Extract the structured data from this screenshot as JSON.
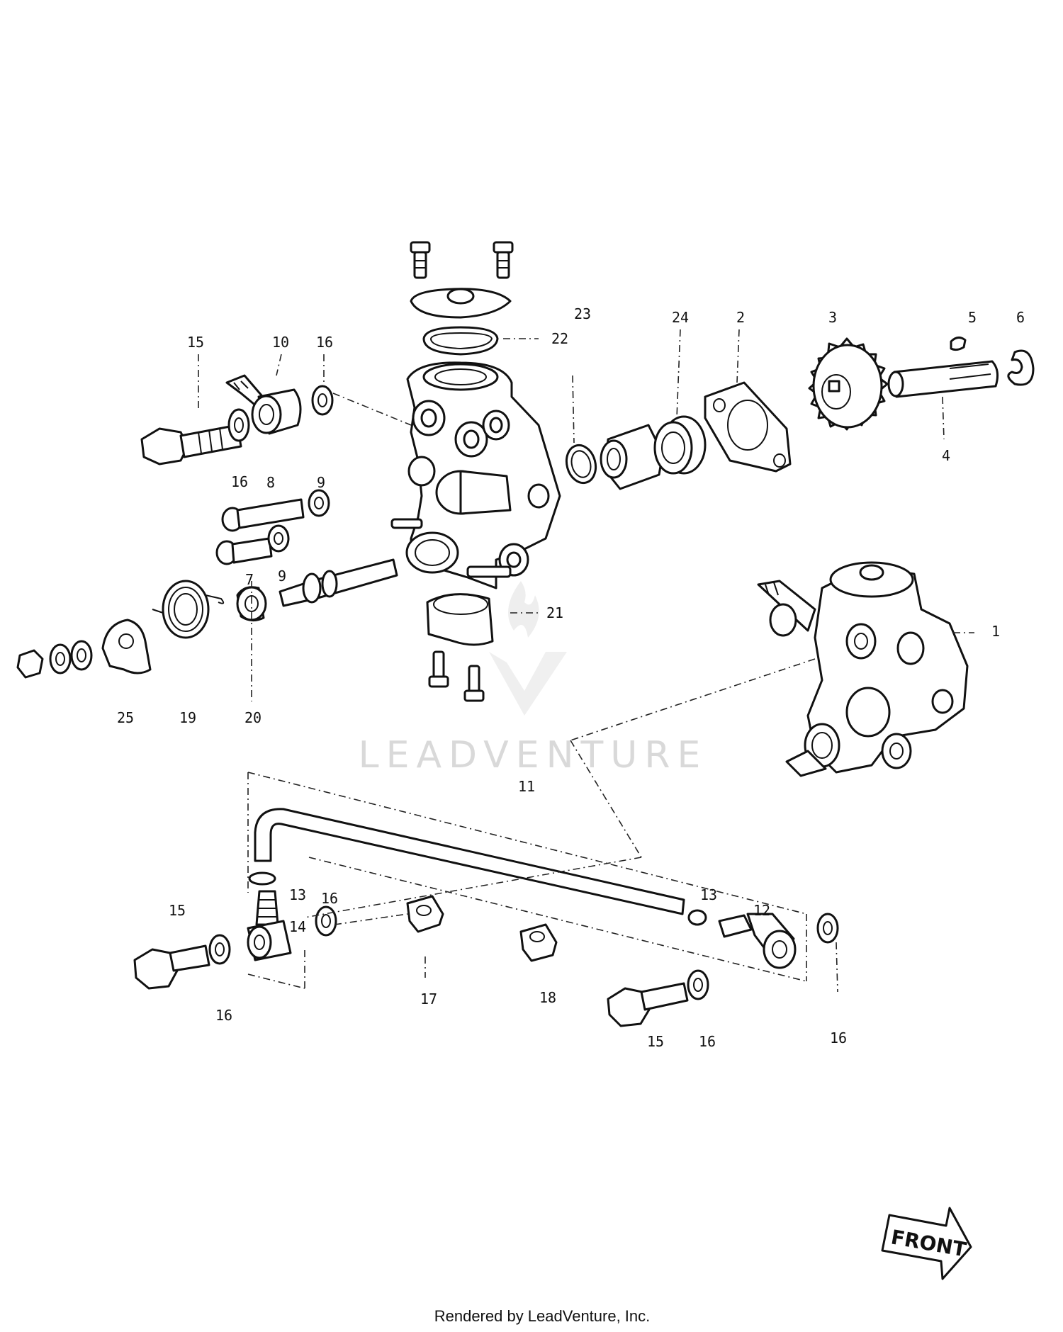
{
  "watermark": "LEADVENTURE",
  "footer": "Rendered by LeadVenture, Inc.",
  "front_label": "FRONT",
  "callouts": [
    {
      "id": "c1",
      "label": "1"
    },
    {
      "id": "c2",
      "label": "2"
    },
    {
      "id": "c3",
      "label": "3"
    },
    {
      "id": "c4",
      "label": "4"
    },
    {
      "id": "c5",
      "label": "5"
    },
    {
      "id": "c6",
      "label": "6"
    },
    {
      "id": "c7",
      "label": "7"
    },
    {
      "id": "c8",
      "label": "8"
    },
    {
      "id": "c9a",
      "label": "9"
    },
    {
      "id": "c9b",
      "label": "9"
    },
    {
      "id": "c10",
      "label": "10"
    },
    {
      "id": "c11",
      "label": "11"
    },
    {
      "id": "c12",
      "label": "12"
    },
    {
      "id": "c13a",
      "label": "13"
    },
    {
      "id": "c13b",
      "label": "13"
    },
    {
      "id": "c14",
      "label": "14"
    },
    {
      "id": "c15a",
      "label": "15"
    },
    {
      "id": "c15b",
      "label": "15"
    },
    {
      "id": "c15c",
      "label": "15"
    },
    {
      "id": "c16a",
      "label": "16"
    },
    {
      "id": "c16b",
      "label": "16"
    },
    {
      "id": "c16c",
      "label": "16"
    },
    {
      "id": "c16d",
      "label": "16"
    },
    {
      "id": "c16e",
      "label": "16"
    },
    {
      "id": "c16f",
      "label": "16"
    },
    {
      "id": "c17",
      "label": "17"
    },
    {
      "id": "c18",
      "label": "18"
    },
    {
      "id": "c19",
      "label": "19"
    },
    {
      "id": "c20",
      "label": "20"
    },
    {
      "id": "c21",
      "label": "21"
    },
    {
      "id": "c22",
      "label": "22"
    },
    {
      "id": "c23",
      "label": "23"
    },
    {
      "id": "c24",
      "label": "24"
    },
    {
      "id": "c25",
      "label": "25"
    }
  ]
}
